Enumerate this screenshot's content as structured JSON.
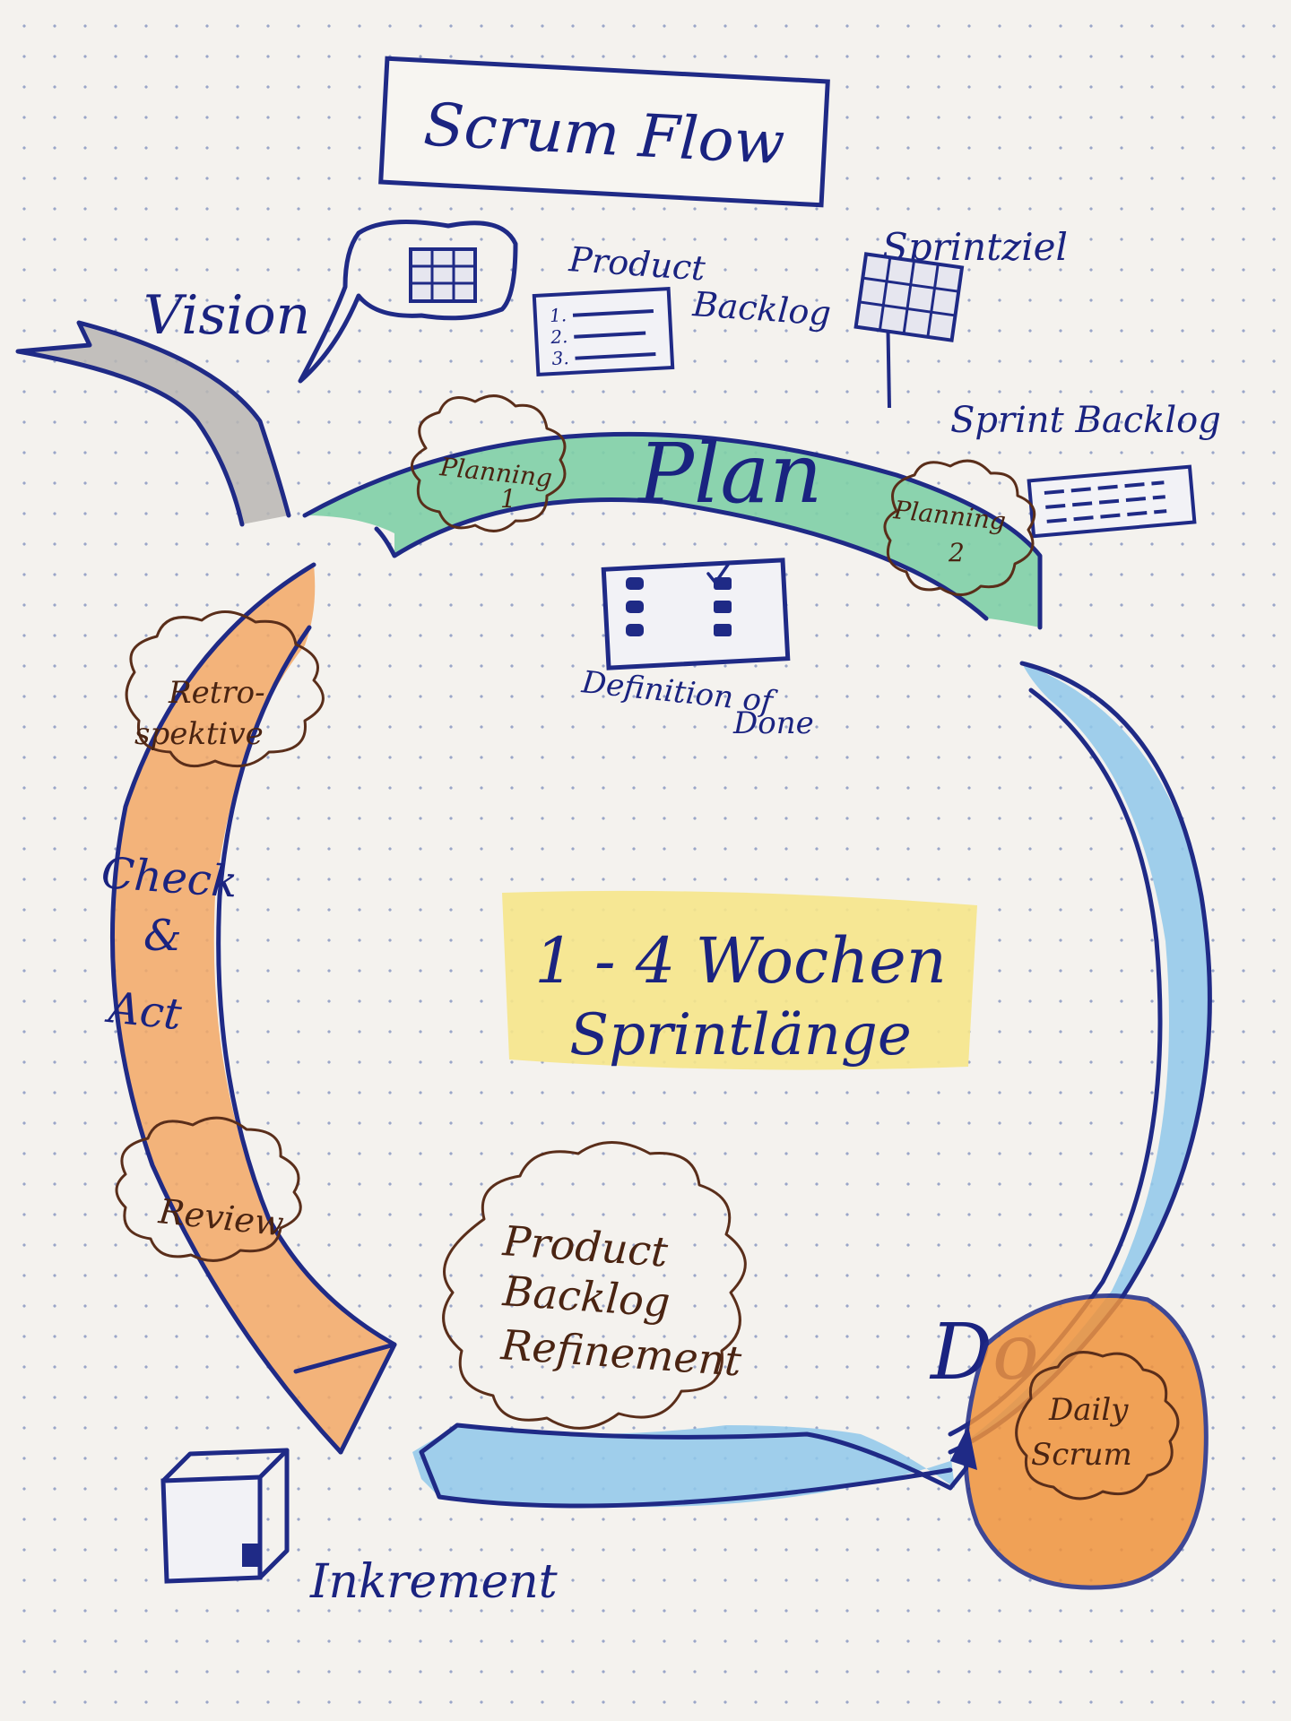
{
  "title": "Scrum Flow",
  "labels": {
    "vision": "Vision",
    "product_backlog": [
      "Product",
      "Backlog"
    ],
    "sprintziel": "Sprintziel",
    "sprint_backlog": "Sprint Backlog",
    "plan": "Plan",
    "planning_1": [
      "Planning",
      "1"
    ],
    "planning_2": [
      "Planning",
      "2"
    ],
    "definition_of_done": [
      "Definition of",
      "Done"
    ],
    "retrospektive": [
      "Retro-",
      "spektive"
    ],
    "check_act": [
      "Check",
      "&",
      "Act"
    ],
    "sprint_length": [
      "1 - 4 Wochen",
      "Sprintlänge"
    ],
    "review": "Review",
    "refinement": [
      "Product",
      "Backlog",
      "Refinement"
    ],
    "do": "Do",
    "daily_scrum": [
      "Daily",
      "Scrum"
    ],
    "inkrement": "Inkrement",
    "backlog_numbers": [
      "1.",
      "2.",
      "3."
    ]
  },
  "colors": {
    "ink": "#1f2a86",
    "plan_arrow": "#7fcfa6",
    "do_arrow": "#8fc8ea",
    "check_arrow": "#f2a865",
    "vision_arrow": "#b9b6b3",
    "sprint_length_box": "#f6e58a",
    "daily_scrum_blob": "#f0933c"
  }
}
